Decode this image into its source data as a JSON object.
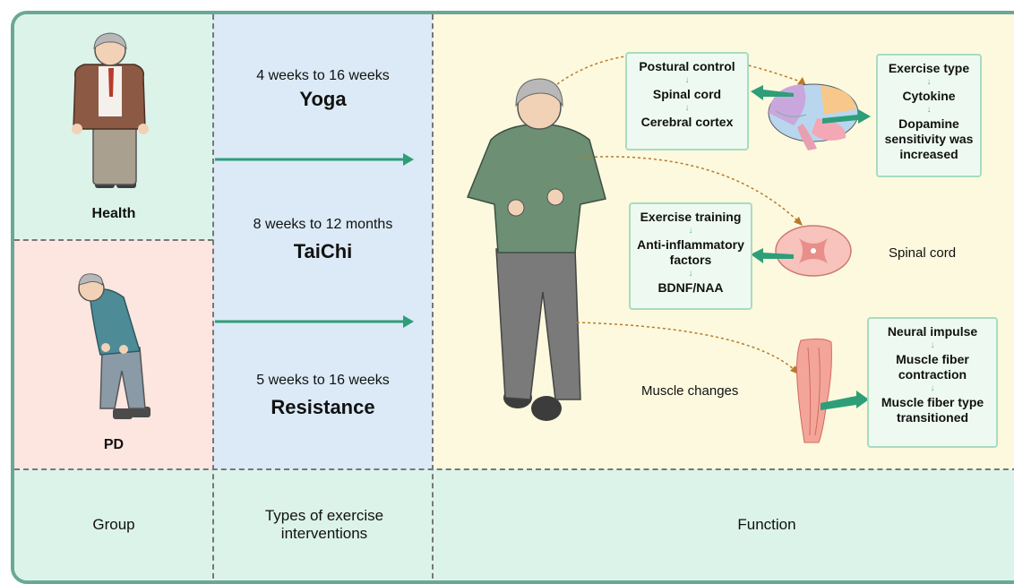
{
  "groups": {
    "health_label": "Health",
    "pd_label": "PD"
  },
  "interventions": [
    {
      "duration": "4 weeks to 16 weeks",
      "name": "Yoga"
    },
    {
      "duration": "8 weeks to 12 months",
      "name": "TaiChi"
    },
    {
      "duration": "5 weeks to 16 weeks",
      "name": "Resistance"
    }
  ],
  "brain_pathway_box": {
    "items": [
      "Postural control",
      "Spinal cord",
      "Cerebral cortex"
    ]
  },
  "dopamine_box": {
    "items": [
      "Exercise type",
      "Cytokine",
      "Dopamine sensitivity was increased"
    ]
  },
  "spinal_box": {
    "items": [
      "Exercise training",
      "Anti-inflammatory factors",
      "BDNF/NAA"
    ]
  },
  "muscle_box": {
    "items": [
      "Neural impulse",
      "Muscle fiber contraction",
      "Muscle fiber type transitioned"
    ]
  },
  "labels": {
    "spinal_cord": "Spinal cord",
    "muscle_changes": "Muscle changes"
  },
  "footer": {
    "group": "Group",
    "types": "Types of exercise interventions",
    "function": "Function"
  },
  "colors": {
    "arrow": "#2e9e78",
    "dotted_arrow": "#b87a2a",
    "box_border": "#a8dcc0",
    "health_bg": "#dcf3ea",
    "pd_bg": "#fde5e0",
    "types_bg": "#dbeaf6",
    "function_bg": "#fdf9de"
  }
}
